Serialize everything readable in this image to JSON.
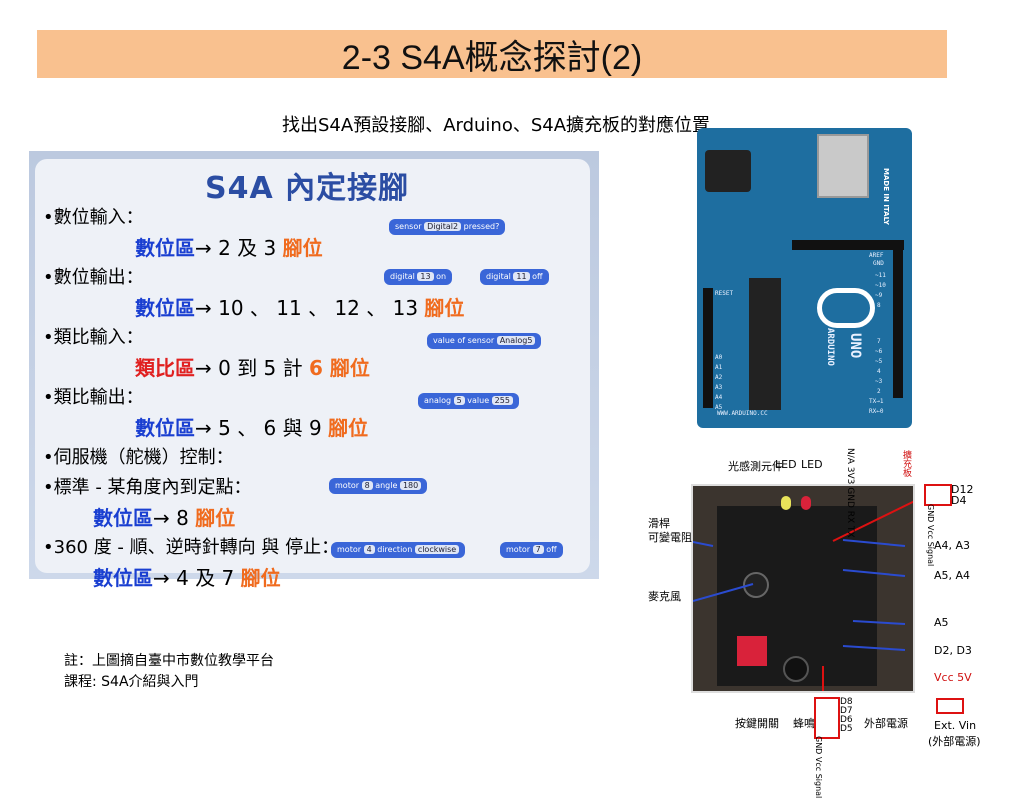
{
  "title": "2-3  S4A概念探討(2)",
  "subtitle": "找出S4A預設接腳、Arduino、S4A擴充板的對應位置",
  "s4a_panel": {
    "heading": "S4A  內定接腳",
    "lines": [
      {
        "a": "•數位輸入："
      },
      {
        "a": "數位區",
        "b": "→  2  及  3  ",
        "c": "腳位"
      },
      {
        "a": "•數位輸出："
      },
      {
        "a": "數位區",
        "b": "→  10 、 11 、 12 、  13  ",
        "c": "腳位"
      },
      {
        "a": "•類比輸入："
      },
      {
        "a": "類比區",
        "b": "→  0  到  5  計  ",
        "c": "6 腳位"
      },
      {
        "a": "•類比輸出："
      },
      {
        "a": "數位區",
        "b": "→  5 、 6 與  9  ",
        "c": "腳位"
      },
      {
        "a": "•伺服機（舵機）控制："
      },
      {
        "a": " •標準 - 某角度內到定點："
      },
      {
        "a": "數位區",
        "b": "→  8   ",
        "c": "腳位"
      },
      {
        "a": " •360 度 - 順、逆時針轉向 與 停止："
      },
      {
        "a": "數位區",
        "b": "→  4  及  7  ",
        "c": "腳位"
      }
    ],
    "blocks": {
      "sensor_pressed": {
        "pre": "sensor ",
        "val": "Digital2",
        "post": " pressed?"
      },
      "digital_on": {
        "pre": "digital ",
        "val": "13",
        "post": " on"
      },
      "digital_off": {
        "pre": "digital ",
        "val": "11",
        "post": " off"
      },
      "value_sensor": {
        "pre": "value of sensor ",
        "val": "Analog5",
        "post": ""
      },
      "analog_value": {
        "pre": "analog ",
        "val": "5",
        "mid": " value ",
        "num": "255"
      },
      "motor_angle": {
        "pre": "motor ",
        "val": "8",
        "mid": " angle ",
        "num": "180"
      },
      "motor_direction": {
        "pre": "motor ",
        "val": "4",
        "mid": " direction ",
        "num": "clockwise"
      },
      "motor_off": {
        "pre": "motor ",
        "val": "7",
        "post": " off"
      }
    }
  },
  "arduino": {
    "made_in": "MADE IN ITALY",
    "brand": "ARDUINO",
    "model": "UNO",
    "website": "WWW.ARDUINO.CC",
    "analog_pins": [
      "A0",
      "A1",
      "A2",
      "A3",
      "A4",
      "A5"
    ],
    "digital_pins": [
      "~11",
      "~10",
      "~9",
      "8",
      "7",
      "~6",
      "~5",
      "4",
      "~3",
      "2",
      "TX→1",
      "RX←0"
    ],
    "aref": "AREF",
    "gnd": "GND",
    "reset": "RESET"
  },
  "shield_labels": {
    "light_sensor": "光感測元件",
    "led1": "LED",
    "led2": "LED",
    "top_pins": "N/A 3V3 GND RX TX",
    "pin_note": "擴充板",
    "d12": "D12",
    "d4": "D4",
    "pin_side": "GND Vcc Signal",
    "slider": "滑桿",
    "variable_resistor": "可變電阻",
    "a4a3": "A4, A3",
    "a5a4": "A5, A4",
    "microphone": "麥克風",
    "a5": "A5",
    "d2d3": "D2, D3",
    "vcc5v": "Vcc 5V",
    "ext_vin": "Ext. Vin",
    "ext_power": "(外部電源)",
    "button": "按鍵開關",
    "buzzer": "蜂鳴器",
    "bottom_pins": [
      "D8",
      "D7",
      "D6",
      "D5"
    ],
    "bottom_side": "GND Vcc Signal",
    "external_power": "外部電源"
  },
  "footnote": {
    "line1": "註：上圖摘自臺中市數位教學平台",
    "line2": "課程: S4A介紹與入門"
  }
}
